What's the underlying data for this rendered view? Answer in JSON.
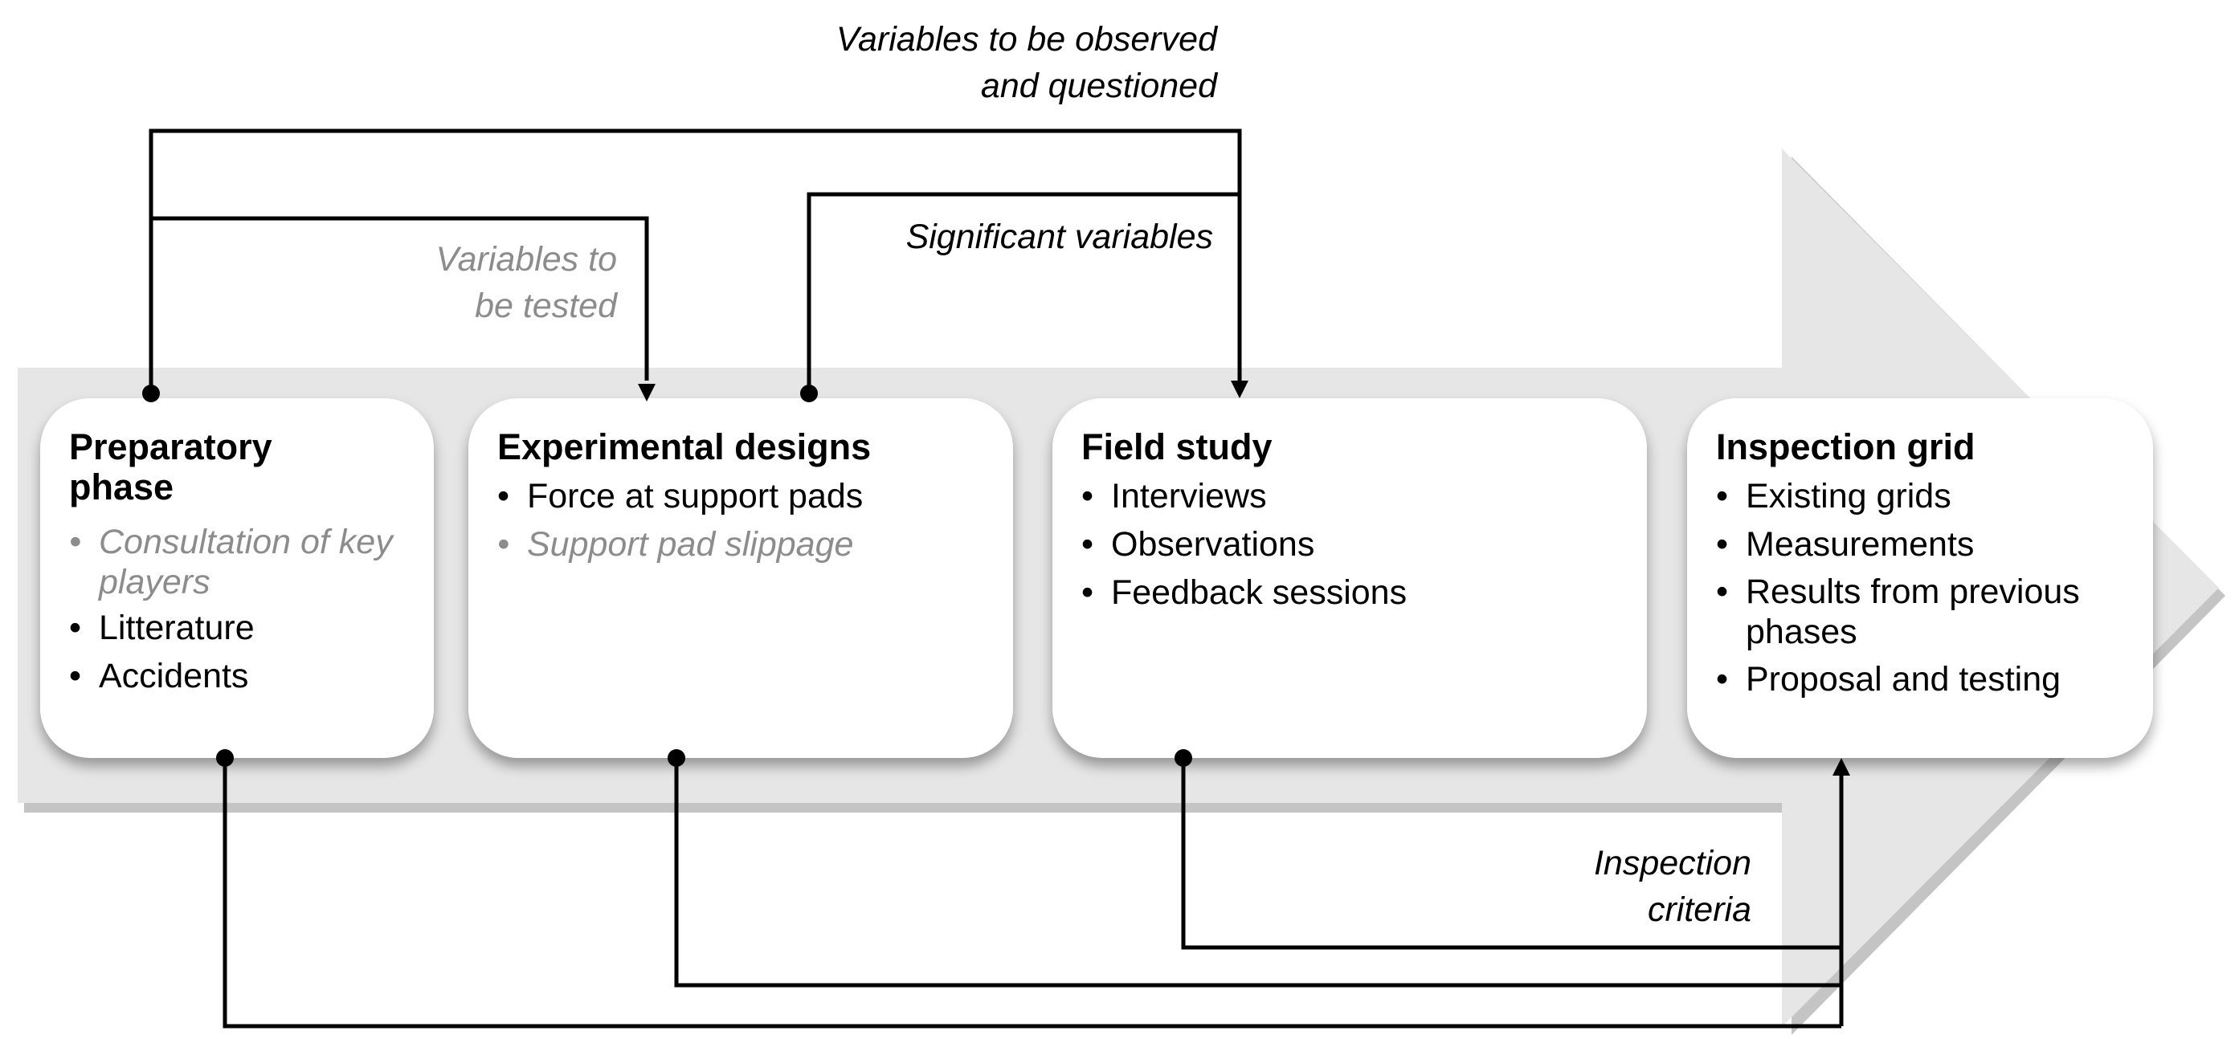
{
  "colors": {
    "arrow_fill": "#e6e6e6",
    "arrow_shadow": "#c4c4c4",
    "line": "#000000",
    "muted_text": "#8c8c8c",
    "box_fill": "#ffffff"
  },
  "labels": {
    "observed": [
      "Variables to be observed",
      "and questioned"
    ],
    "significant": "Significant variables",
    "tested": [
      "Variables to",
      "be tested"
    ],
    "inspection_criteria": [
      "Inspection",
      "criteria"
    ]
  },
  "boxes": [
    {
      "title": "Preparatory phase",
      "items": [
        {
          "text": "Consultation of key players",
          "muted": true
        },
        {
          "text": "Litterature",
          "muted": false
        },
        {
          "text": "Accidents",
          "muted": false
        }
      ]
    },
    {
      "title": "Experimental designs",
      "items": [
        {
          "text": "Force at support pads",
          "muted": false
        },
        {
          "text": "Support pad slippage",
          "muted": true
        }
      ]
    },
    {
      "title": "Field study",
      "items": [
        {
          "text": "Interviews",
          "muted": false
        },
        {
          "text": "Observations",
          "muted": false
        },
        {
          "text": "Feedback sessions",
          "muted": false
        }
      ]
    },
    {
      "title": "Inspection grid",
      "items": [
        {
          "text": "Existing grids",
          "muted": false
        },
        {
          "text": "Measurements",
          "muted": false
        },
        {
          "text": "Results from previous phases",
          "muted": false
        },
        {
          "text": "Proposal and testing",
          "muted": false
        }
      ]
    }
  ]
}
